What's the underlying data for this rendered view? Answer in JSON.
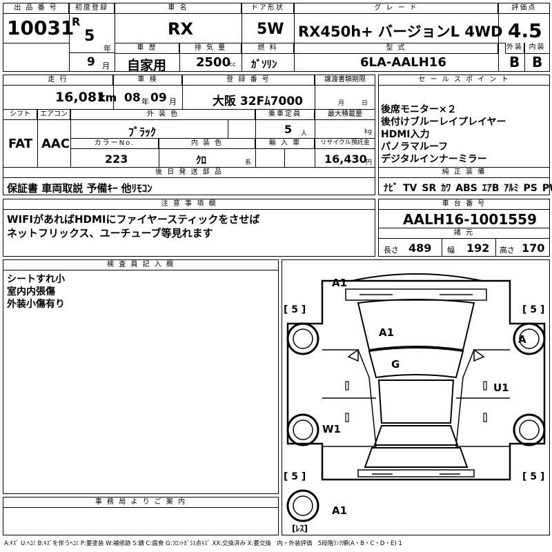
{
  "header": {
    "lot_label": "出 品 番 号",
    "lot_value": "10031",
    "first_reg_label": "初度登録",
    "era": "R",
    "year": "5",
    "year_unit": "年",
    "month": "9",
    "month_unit": "月",
    "model_label": "車 名",
    "model_value": "RX",
    "door_label": "ドア形状",
    "door_value": "5W",
    "grade_label": "グ レ ー ド",
    "grade_value": "RX450h+ バージョンL 4WD",
    "score_label": "評価点",
    "score_value": "4.5",
    "history_label": "車 歴",
    "history_value": "自家用",
    "displacement_label": "排 気 量",
    "displacement_value": "2500",
    "displacement_unit": "cc",
    "fuel_label": "燃 料",
    "fuel_value": "ｶﾞｿﾘﾝ",
    "type_label": "型 式",
    "type_value": "6LA-AALH16",
    "ext_label": "外装",
    "ext_value": "B",
    "int_label": "内装",
    "int_value": "B"
  },
  "row2": {
    "mileage_label": "走 行",
    "mileage_value": "16,081",
    "mileage_unit": "km",
    "inspection_label": "車 検",
    "insp_year": "08",
    "insp_year_unit": "年",
    "insp_month": "09",
    "insp_month_unit": "月",
    "reg_label": "登 録 番 号",
    "reg_value": "大阪 32Fﾑ7000",
    "transfer_label": "譲渡書類期限",
    "transfer_month_unit": "月",
    "transfer_day_unit": "日",
    "shift_label": "シフト",
    "shift_value": "FAT",
    "ac_label": "エアコン",
    "ac_value": "AAC",
    "color_label": "外 装 色",
    "color_value": "ﾌﾞﾗｯｸ",
    "capacity_label": "乗車定員",
    "capacity_value": "5",
    "capacity_unit": "人",
    "load_label": "最大積載量",
    "load_unit": "kg",
    "colorno_label": "カラーNo.",
    "colorno_value": "223",
    "interior_label": "内 装 色",
    "interior_value": "ｸﾛ",
    "interior_unit": "系",
    "import_label": "輸 入 車",
    "recycle_label": "リサイクル預託金",
    "recycle_value": "16,430",
    "recycle_unit": "円",
    "later_label": "後 日 発 送 部 品",
    "later_value": "保証書 車両取説 予備ｷｰ 他ﾘﾓｺﾝ"
  },
  "sales": {
    "label": "セ ー ル ス ポ イ ン ト",
    "text": "後席モニター×２\n後付けブルーレイプレイヤー\nHDMI入力\nパノラマルーフ\nデジタルインナーミラー"
  },
  "equipment": {
    "label": "純 正 装 備",
    "items": [
      "ﾅﾋﾞ",
      "TV",
      "SR",
      "ｶﾜ",
      "ABS",
      "ｴｱB",
      "ｱﾙﾐ",
      "PS",
      "PW"
    ]
  },
  "notes": {
    "label": "注 意 事 項 欄",
    "text": "WIFIがあればHDMIにファイヤースティックをさせば\nネットフリックス、ユーチューブ等見れます"
  },
  "chassis": {
    "label": "車 台 番 号",
    "value": "AALH16-1001559",
    "spec_label": "諸 元",
    "length_label": "長さ",
    "length_value": "489",
    "width_label": "幅",
    "width_value": "192",
    "height_label": "高さ",
    "height_value": "170"
  },
  "inspector": {
    "label": "検 査 員 記 入 欄",
    "text": "シートすれ小\n室内内張傷\n外装小傷有り"
  },
  "office": {
    "label": "事 務 局 よ り ご 案 内"
  },
  "diagram": {
    "marks": {
      "front_a1": "A1",
      "roof_a1": "A1",
      "glass_g": "G",
      "fr_wheel_a": "A",
      "right_u1": "U1",
      "left_w1": "W1",
      "rear_a1": "A1",
      "tire_fl": "[ 5 ]",
      "tire_fr": "[ 5 ]",
      "tire_rl": "[ 5 ]",
      "tire_rr": "[ 5 ]",
      "spare": "[ﾚｽ]"
    }
  },
  "legend": "A:ｷｽﾞ U:ﾍｺﾐ B:ｷｽﾞを伴うﾍｺﾐ P:要塗装 W:補修跡 S:錆 C:腐食 G:ﾌﾛﾝﾄｶﾞﾗｽ点ｷｽﾞ XX:交換済み X:要交換　内・外装評価　5段階ﾗﾝｸ順(A・B・C・D・E) 1"
}
